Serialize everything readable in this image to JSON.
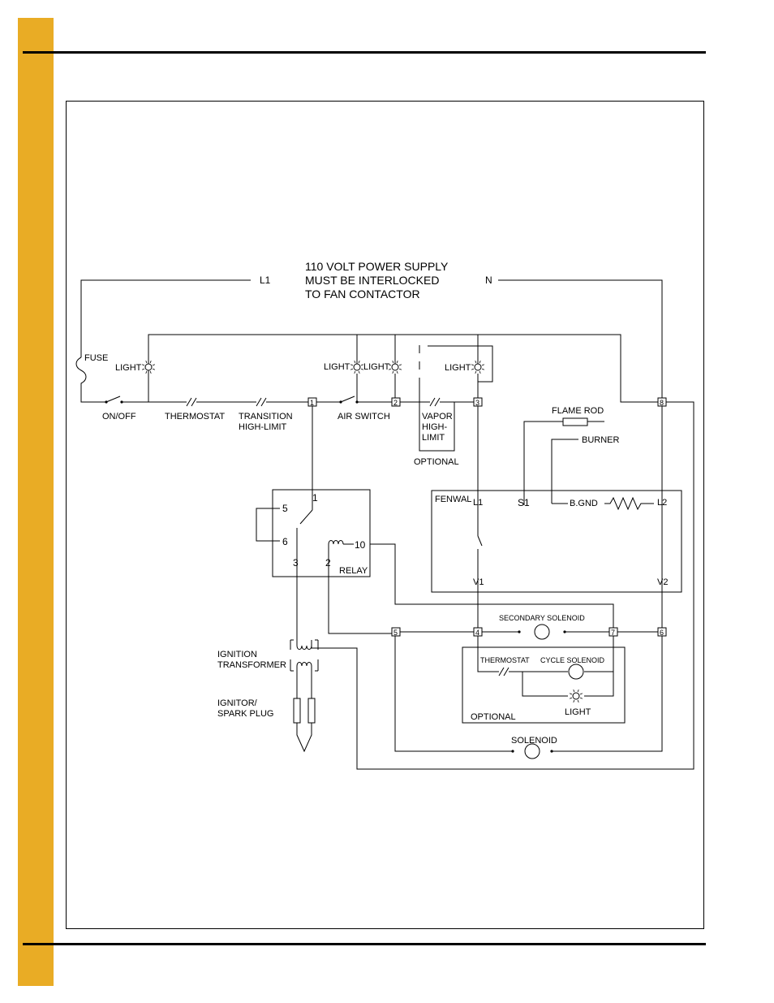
{
  "colors": {
    "side_bar": "#e9ac25",
    "ink": "#000000"
  },
  "power": {
    "l1": "L1",
    "n": "N",
    "note": [
      "110 VOLT POWER SUPPLY",
      "MUST BE INTERLOCKED",
      "TO FAN CONTACTOR"
    ]
  },
  "labels": {
    "fuse": "FUSE",
    "light": "LIGHT",
    "on_off": "ON/OFF",
    "thermostat": "THERMOSTAT",
    "transition": [
      "TRANSITION",
      "HIGH-LIMIT"
    ],
    "air_switch": "AIR SWITCH",
    "vapor": [
      "VAPOR",
      "HIGH-",
      "LIMIT"
    ],
    "optional": "OPTIONAL",
    "flame_rod": "FLAME ROD",
    "burner": "BURNER",
    "fenwal": "FENWAL",
    "fen_l1": "L1",
    "fen_s1": "S1",
    "fen_bgnd": "B.GND",
    "fen_l2": "L2",
    "fen_v1": "V1",
    "fen_v2": "V2",
    "relay": "RELAY",
    "relay_1": "1",
    "relay_5": "5",
    "relay_6": "6",
    "relay_3": "3",
    "relay_2": "2",
    "relay_10": "10",
    "secondary_solenoid": "SECONDARY SOLENOID",
    "thermostat_opt": "THERMOSTAT",
    "cycle_solenoid": "CYCLE SOLENOID",
    "light_opt": "LIGHT",
    "optional_box": "OPTIONAL",
    "solenoid": "SOLENOID",
    "ignition": [
      "IGNITION",
      "TRANSFORMER"
    ],
    "ignitor": [
      "IGNITOR/",
      "SPARK PLUG"
    ]
  },
  "terminals": [
    "1",
    "2",
    "3",
    "4",
    "5",
    "6",
    "7",
    "8"
  ]
}
